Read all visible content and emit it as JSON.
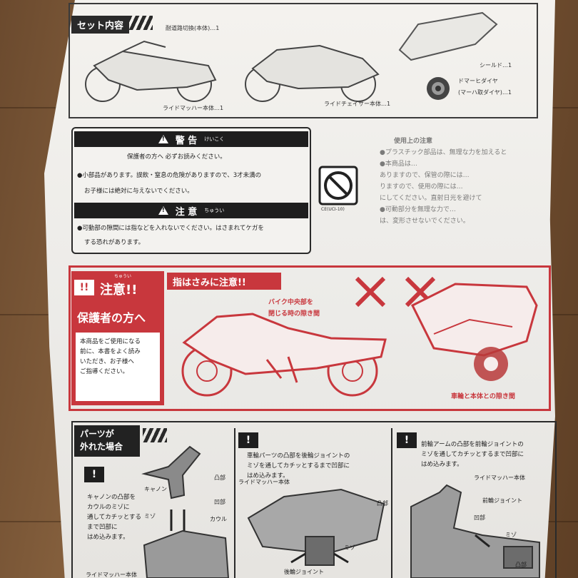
{
  "set_contents": {
    "tab_label": "セット内容",
    "items": [
      {
        "name": "ライドマッハー本体…1"
      },
      {
        "name": "ライドチェイサー本体…1"
      },
      {
        "name": "シールド…1"
      },
      {
        "name": "ドマーヒダイヤ"
      },
      {
        "name": "(マーハ取ダイヤ)…1"
      }
    ],
    "top_caption": "耐道路切換(本体)…1"
  },
  "warning": {
    "header_title": "警 告",
    "header_reading": "けいこく",
    "lead": "保護者の方へ 必ずお読みください。",
    "line1": "●小部品があります。誤飲・窒息の危険がありますので、3才未満の",
    "line2": "お子様には絶対に与えないでください。",
    "caution_title": "注 意",
    "caution_reading": "ちゅうい",
    "caution_line1": "●可動部の隙間には指などを入れないでください。はさまれてケガを",
    "caution_line2": "する恐れがあります。",
    "symbol_caption": "CE(UCI-10)"
  },
  "notes": {
    "title": "使用上の注意",
    "lines": [
      "●プラスチック部品は、無理な力を加えると",
      "●本商品は…",
      "ありますので、保管の際には…",
      "りますので、使用の際には…",
      "にしてください。直射日光を避けて",
      "●可動部分を無理な力で…",
      "は、変形させないでください。"
    ]
  },
  "red_caution": {
    "title": "注意!!",
    "title_reading": "ちゅうい",
    "subtitle": "保護者の方へ",
    "card_lines": [
      "本商品をご使用になる",
      "前に、本書をよく読み",
      "いただき、お子様へ",
      "ご指導ください。"
    ],
    "tab_label": "指はさみに注意!!",
    "callout_line1": "バイク中央部を",
    "callout_line2": "閉じる時の隙き間",
    "callout_bottom": "車輪と本体との隙き間"
  },
  "parts": {
    "tab_line1": "パーツが",
    "tab_line2": "外れた場合",
    "step1_lines": [
      "キャノンの凸部を",
      "カウルのミゾに",
      "通してカチッとする",
      "まで凹部に",
      "はめ込みます。"
    ],
    "step1_labels": {
      "cannon": "キャノン",
      "convex": "凸部",
      "concave": "凹部",
      "groove": "ミゾ",
      "cowl": "カウル",
      "body": "ライドマッハー本体"
    },
    "step2_lines": [
      "車輪パーツの凸部を後輪ジョイントの",
      "ミゾを通してカチッとするまで凹部に",
      "はめ込みます。"
    ],
    "step2_labels": {
      "body": "ライドマッハー本体",
      "convex": "凸部",
      "groove": "ミゾ",
      "joint": "後輪ジョイント"
    },
    "step3_lines": [
      "前輪アームの凸部を前輪ジョイントの",
      "ミゾを通してカチッとするまで凹部に",
      "はめ込みます。"
    ],
    "step3_labels": {
      "body": "ライドマッハー本体",
      "joint": "前輪ジョイント",
      "concave": "凹部",
      "groove": "ミゾ",
      "convex": "凸部"
    }
  }
}
